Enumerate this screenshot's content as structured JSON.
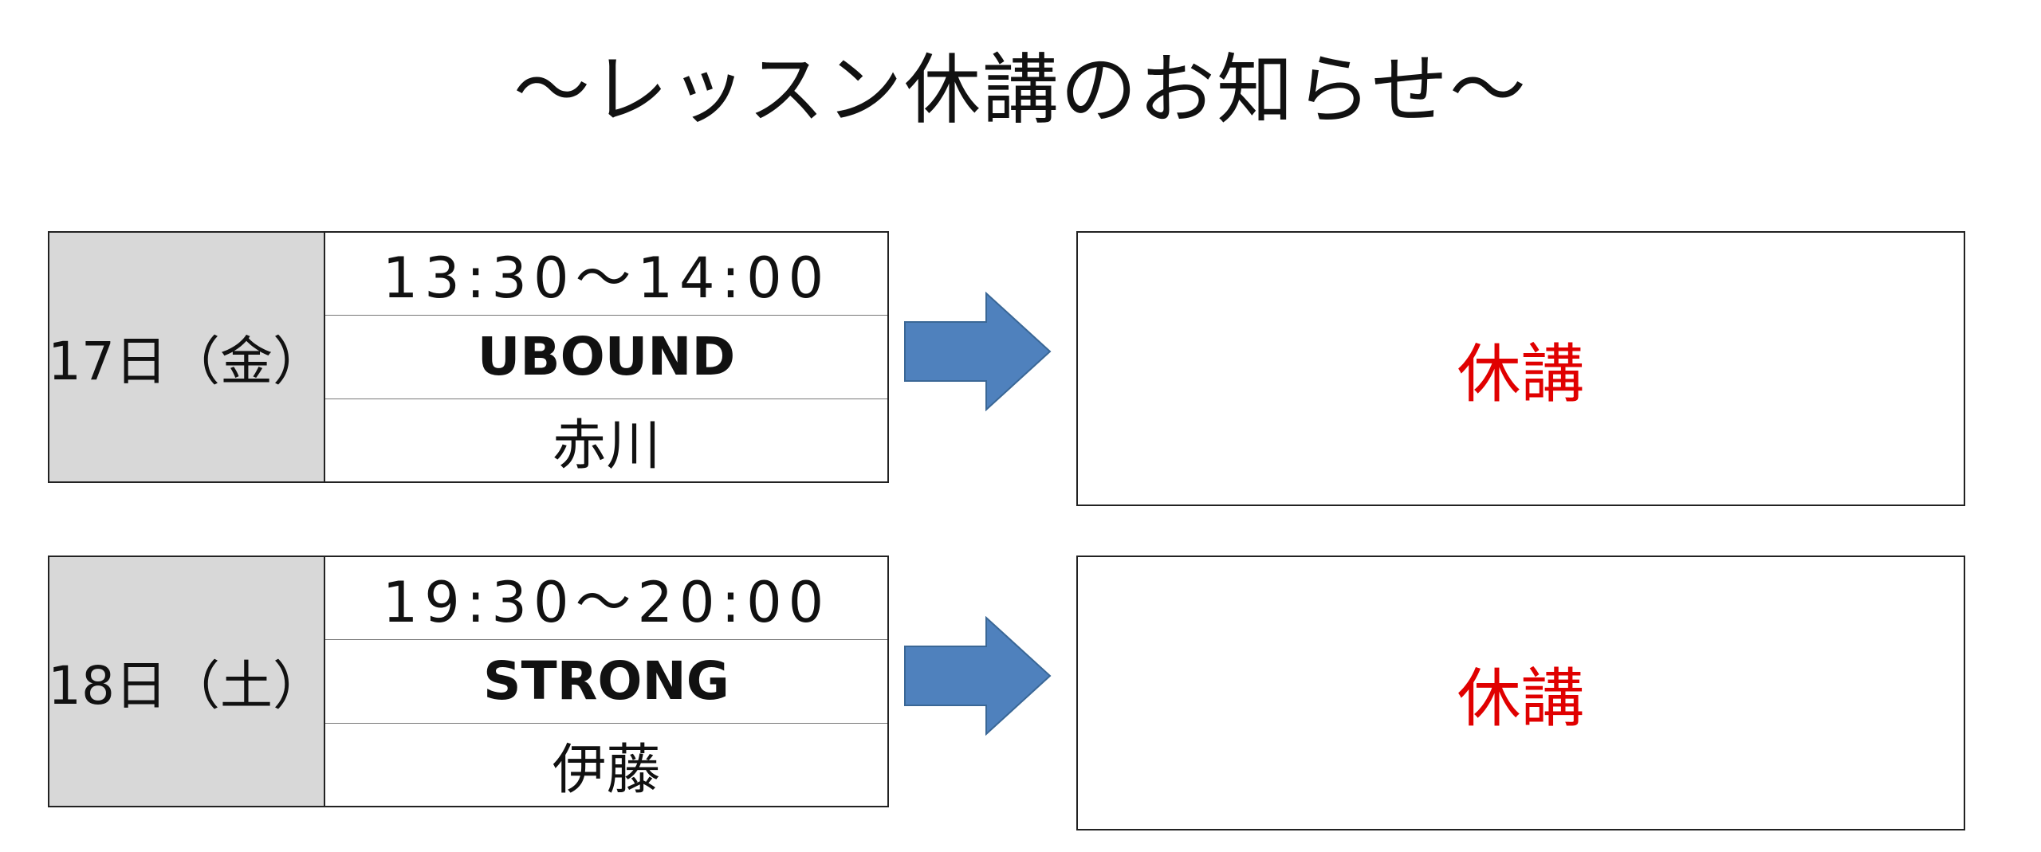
{
  "title": "～レッスン休講のお知らせ～",
  "notices": [
    {
      "date": "17日（金）",
      "time": "13:30～14:00",
      "program": "UBOUND",
      "instructor": "赤川",
      "status": "休講"
    },
    {
      "date": "18日（土）",
      "time": "19:30～20:00",
      "program": "STRONG",
      "instructor": "伊藤",
      "status": "休講"
    }
  ],
  "colors": {
    "date_cell_background": "#d8d8d8",
    "arrow_fill": "#4f81bd",
    "arrow_stroke": "#3a6796",
    "status_text": "#e00000",
    "border": "#222222"
  },
  "icons": {
    "arrow": "right-arrow-icon"
  }
}
